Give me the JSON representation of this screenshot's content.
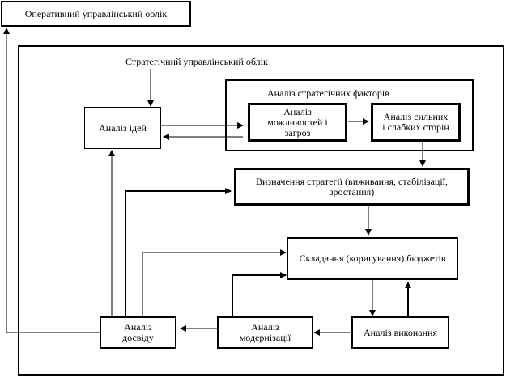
{
  "operational_accounting": "Оперативний управлінський облік",
  "strategic_accounting": "Стратегічний управлінський облік",
  "strategic_factors_analysis": "Аналіз стратегічних факторів",
  "nodes": {
    "idea_analysis": "Аналіз ідей",
    "opportunities_threats": "Аналіз можливостей і загроз",
    "strengths_weaknesses": "Аналіз сильних і слабких сторін",
    "strategy_definition": "Визначення стратегії (виживання, стабілізації, зростання)",
    "budgeting": "Складання (коригування) бюджетів",
    "execution_analysis": "Аналіз виконання",
    "modernization_analysis": "Аналіз модернізації",
    "experience_analysis": "Аналіз досвіду"
  }
}
